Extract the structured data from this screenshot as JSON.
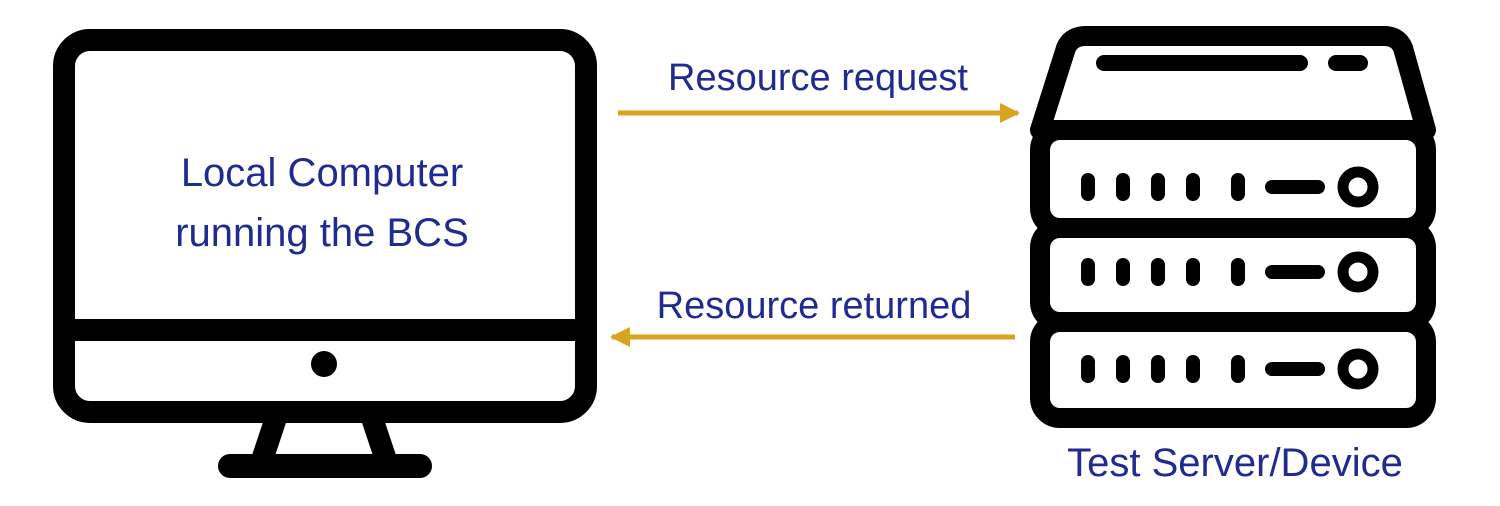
{
  "computer": {
    "label_line1": "Local Computer",
    "label_line2": "running the BCS"
  },
  "arrows": {
    "request_label": "Resource request",
    "returned_label": "Resource returned"
  },
  "server": {
    "label": "Test Server/Device"
  },
  "colors": {
    "text": "#1f2b8f",
    "arrow": "#d9a320",
    "icon": "#000000",
    "background": "#ffffff"
  },
  "icons": {
    "computer": "desktop-monitor-icon",
    "server": "server-rack-icon"
  }
}
